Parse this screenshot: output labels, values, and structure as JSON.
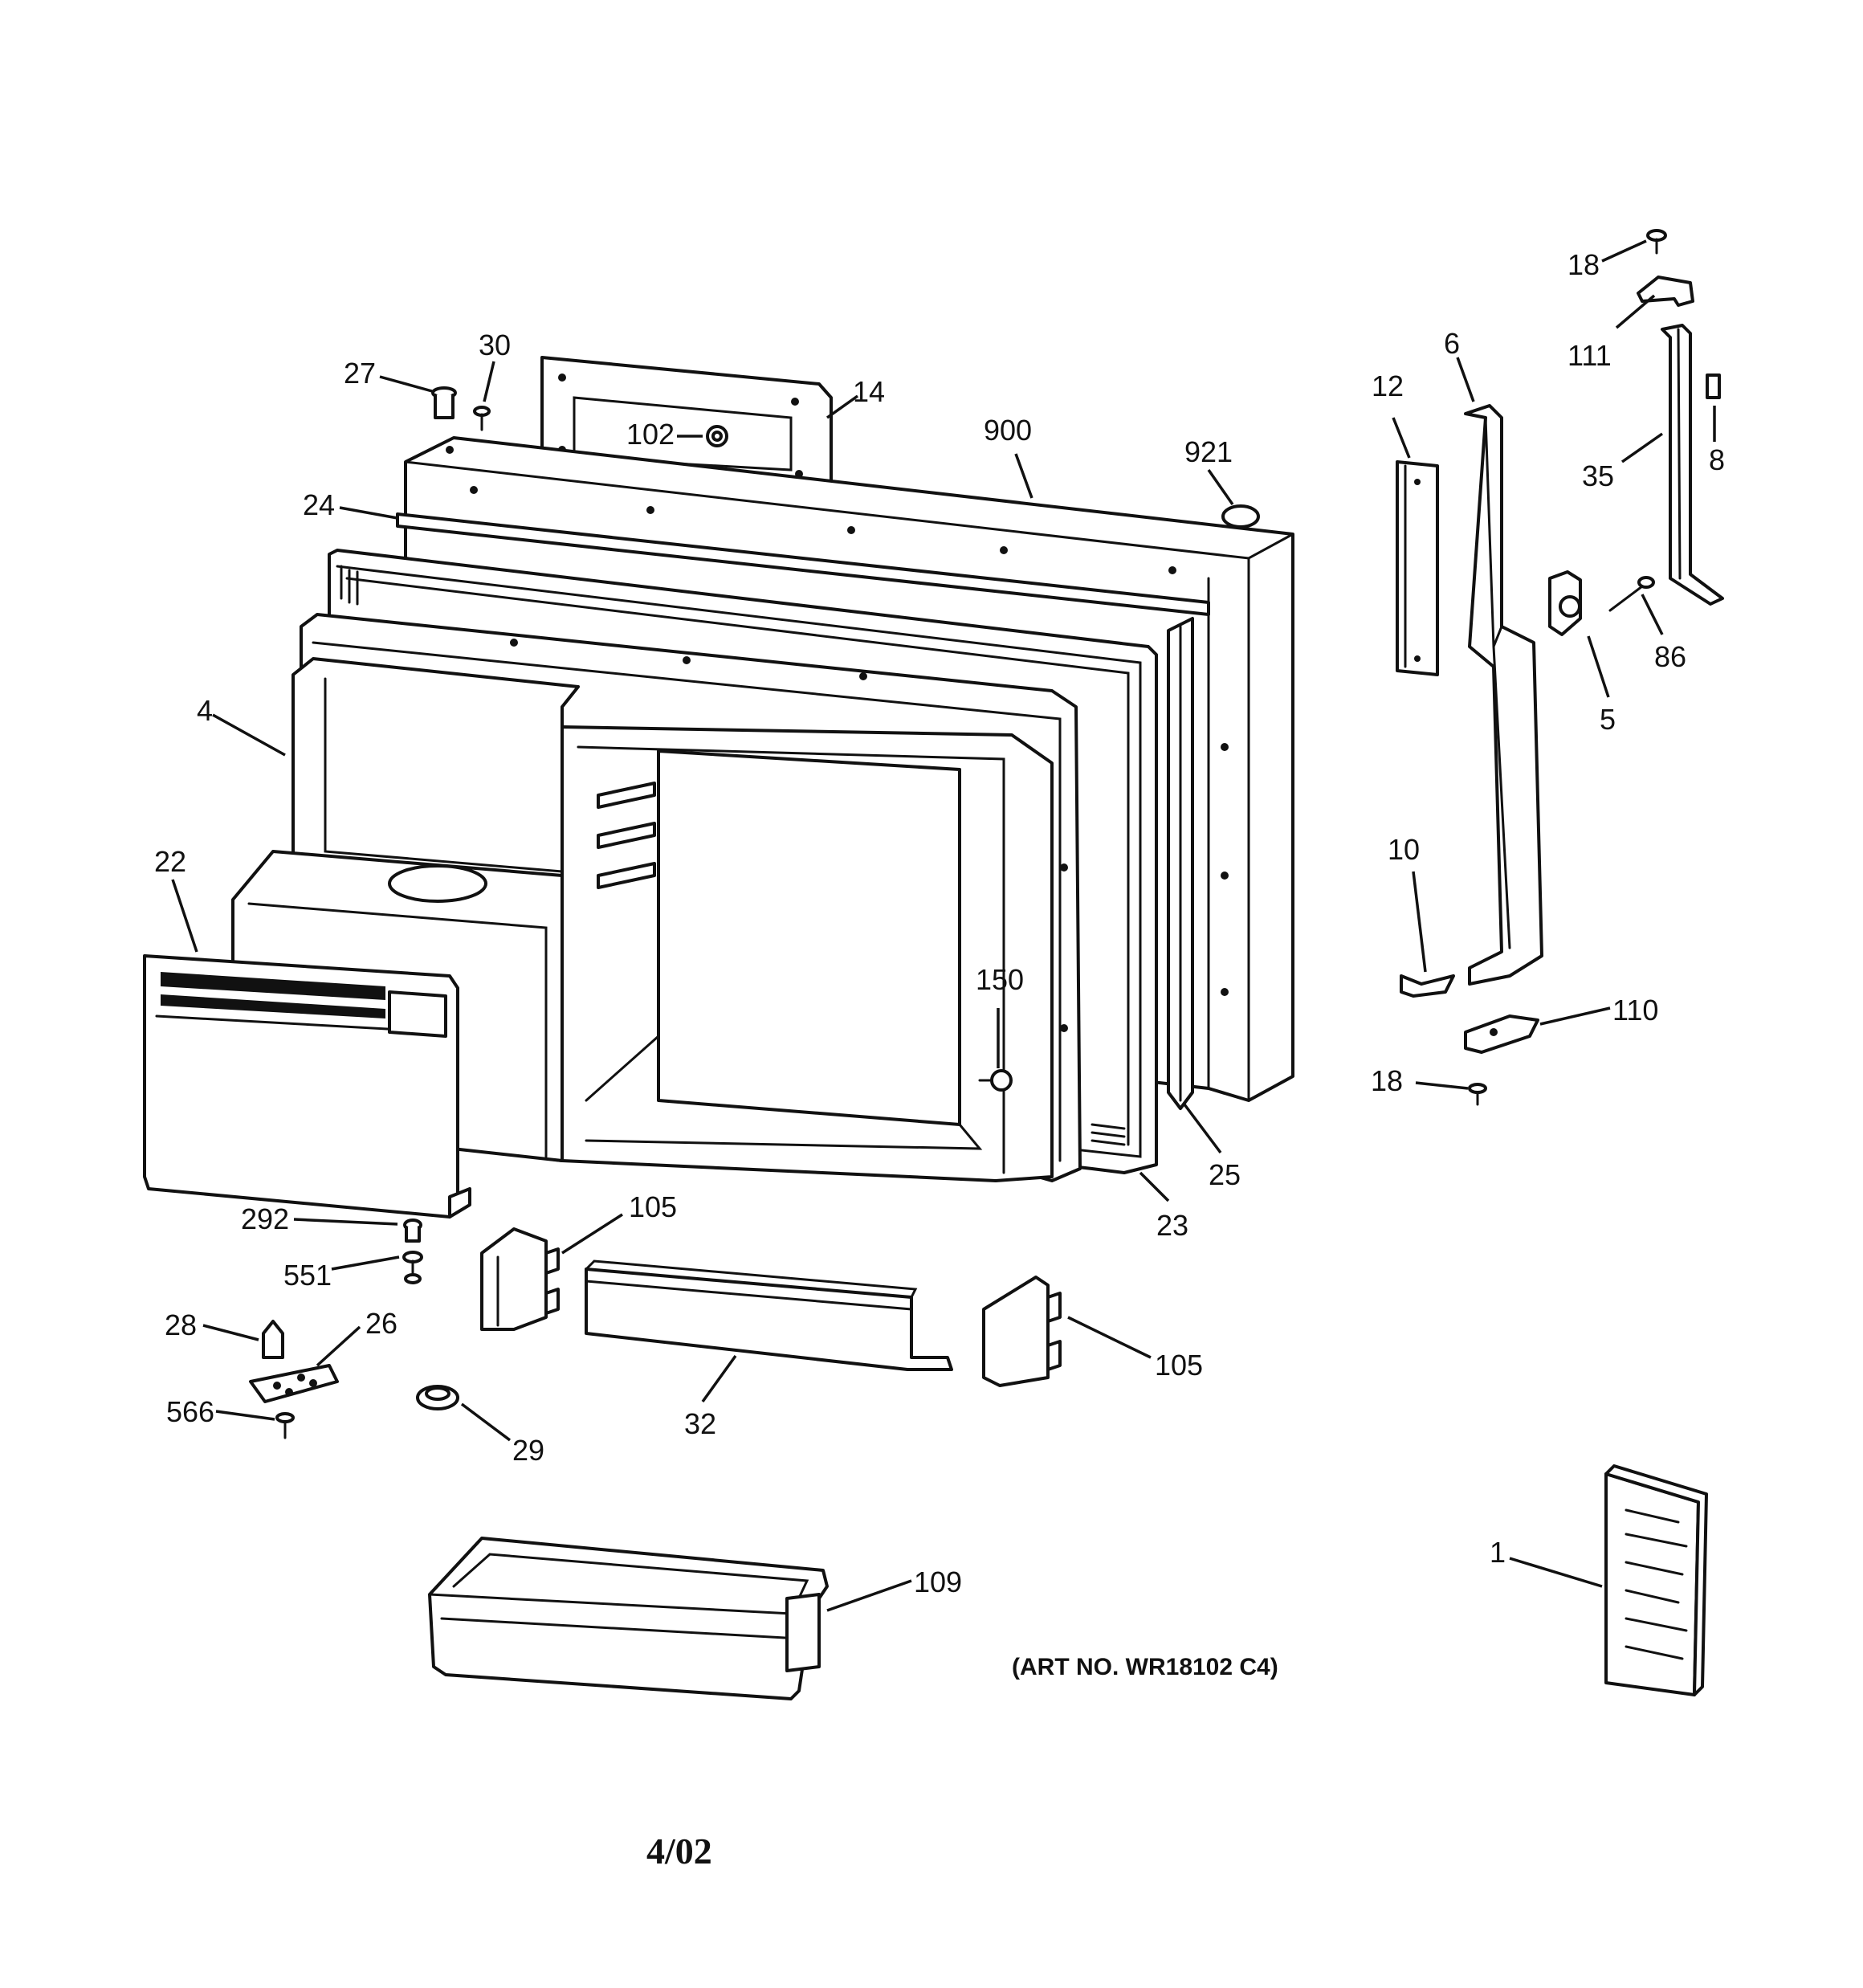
{
  "callouts": {
    "c27": "27",
    "c30": "30",
    "c14": "14",
    "c102": "102",
    "c900": "900",
    "c921": "921",
    "c24": "24",
    "c4": "4",
    "c22": "22",
    "c150": "150",
    "c25": "25",
    "c23": "23",
    "c292": "292",
    "c551": "551",
    "c105a": "105",
    "c105b": "105",
    "c32": "32",
    "c28": "28",
    "c26": "26",
    "c566": "566",
    "c29": "29",
    "c109": "109",
    "c12": "12",
    "c6": "6",
    "c18a": "18",
    "c111": "111",
    "c35": "35",
    "c8": "8",
    "c86": "86",
    "c5": "5",
    "c10": "10",
    "c110": "110",
    "c18b": "18",
    "c1": "1"
  },
  "art_number": "(ART NO. WR18102 C4)",
  "revision_date": "4/02"
}
